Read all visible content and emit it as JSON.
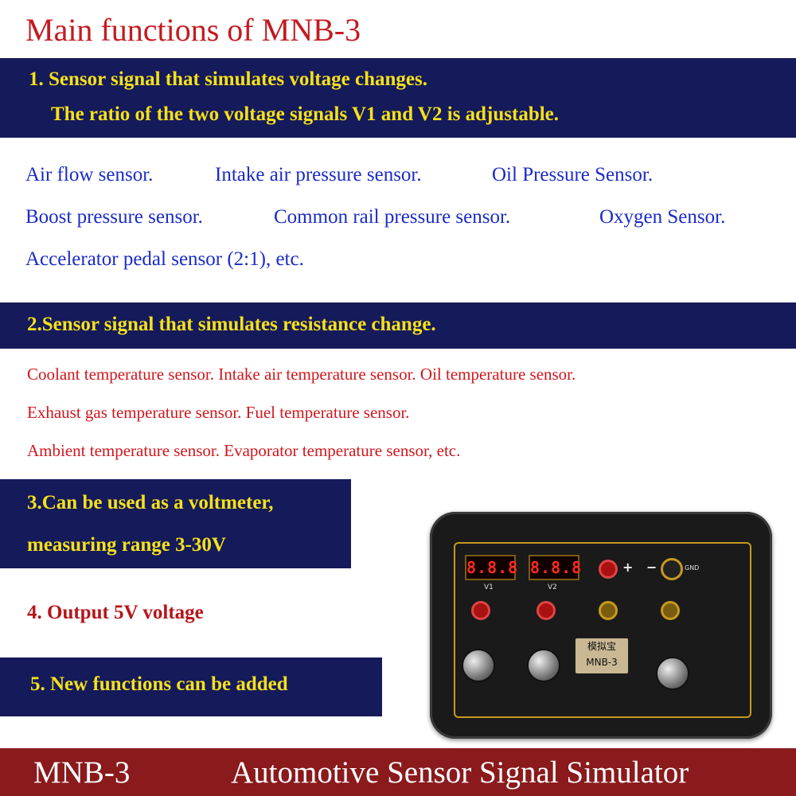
{
  "title": "Main functions of MNB-3",
  "section1": {
    "line1": "1. Sensor signal that simulates voltage changes.",
    "line2": "The ratio of the two voltage signals V1 and V2 is adjustable.",
    "items": [
      "Air flow sensor.",
      "Intake air pressure sensor.",
      "Oil Pressure Sensor.",
      "Boost pressure sensor.",
      "Common rail pressure sensor.",
      "Oxygen Sensor.",
      "Accelerator pedal sensor (2:1), etc."
    ]
  },
  "section2": {
    "heading": "2.Sensor signal that simulates resistance change.",
    "lines": [
      "Coolant temperature sensor. Intake air temperature sensor. Oil temperature sensor.",
      "Exhaust gas temperature sensor. Fuel temperature sensor.",
      "Ambient temperature sensor. Evaporator temperature sensor, etc."
    ]
  },
  "section3": {
    "line1": "3.Can be used as a voltmeter,",
    "line2": "measuring range 3-30V"
  },
  "section4": "4. Output 5V voltage",
  "section5": "5. New functions can be added",
  "device": {
    "display1": "8.8.8",
    "display2": "8.8.8",
    "label_v1": "V1",
    "label_v2": "V2",
    "plus": "+",
    "minus": "−",
    "gnd": "GND",
    "badge_line1": "模拟宝",
    "badge_line2": "MNB-3"
  },
  "footer": {
    "model": "MNB-3",
    "name": "Automotive Sensor Signal Simulator"
  },
  "colors": {
    "navy": "#151a5a",
    "yellow": "#f5e11a",
    "blue": "#1a2bc8",
    "red": "#d2161d",
    "footer": "#8a1a1c"
  }
}
